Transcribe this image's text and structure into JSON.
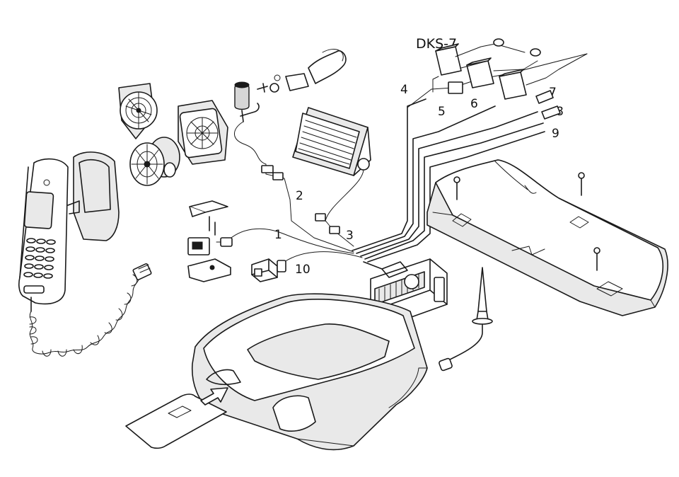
{
  "diagram": {
    "title": "DKS-7",
    "callouts": [
      {
        "id": "1",
        "text": "1"
      },
      {
        "id": "2",
        "text": "2"
      },
      {
        "id": "3",
        "text": "3"
      },
      {
        "id": "4",
        "text": "4"
      },
      {
        "id": "5",
        "text": "5"
      },
      {
        "id": "6",
        "text": "6"
      },
      {
        "id": "7",
        "text": "7"
      },
      {
        "id": "8",
        "text": "8"
      },
      {
        "id": "9",
        "text": "9"
      },
      {
        "id": "10",
        "text": "10"
      }
    ]
  }
}
